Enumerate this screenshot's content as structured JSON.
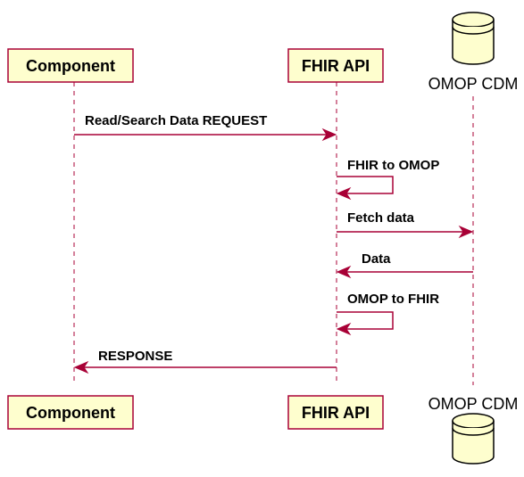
{
  "participants": [
    {
      "id": "component",
      "label": "Component",
      "kind": "participant"
    },
    {
      "id": "fhir",
      "label": "FHIR API",
      "kind": "participant"
    },
    {
      "id": "omop",
      "label": "OMOP CDM",
      "kind": "database"
    }
  ],
  "messages": [
    {
      "from": "component",
      "to": "fhir",
      "label": "Read/Search Data REQUEST"
    },
    {
      "from": "fhir",
      "to": "fhir",
      "label": "FHIR to OMOP"
    },
    {
      "from": "fhir",
      "to": "omop",
      "label": "Fetch data"
    },
    {
      "from": "omop",
      "to": "fhir",
      "label": "Data"
    },
    {
      "from": "fhir",
      "to": "fhir",
      "label": "OMOP to FHIR"
    },
    {
      "from": "fhir",
      "to": "component",
      "label": "RESPONSE"
    }
  ],
  "colors": {
    "participant_fill": "#fefece",
    "participant_border": "#a80036",
    "arrow": "#a80036",
    "database_fill": "#fefece",
    "database_border": "#000000"
  }
}
